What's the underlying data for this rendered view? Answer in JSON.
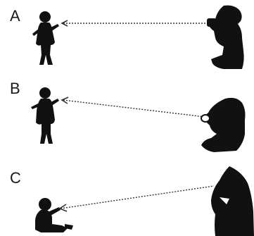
{
  "panels": [
    {
      "label": "A"
    },
    {
      "label": "B"
    },
    {
      "label": "C"
    }
  ],
  "colors": {
    "background": "#ffffff",
    "silhouette": "#111111",
    "gaze_line": "#333333"
  },
  "icons": [
    "standing-child-silhouette",
    "kneeling-adult-camera-silhouette",
    "crouching-adult-silhouette",
    "sitting-child-silhouette",
    "hooded-adult-silhouette"
  ]
}
